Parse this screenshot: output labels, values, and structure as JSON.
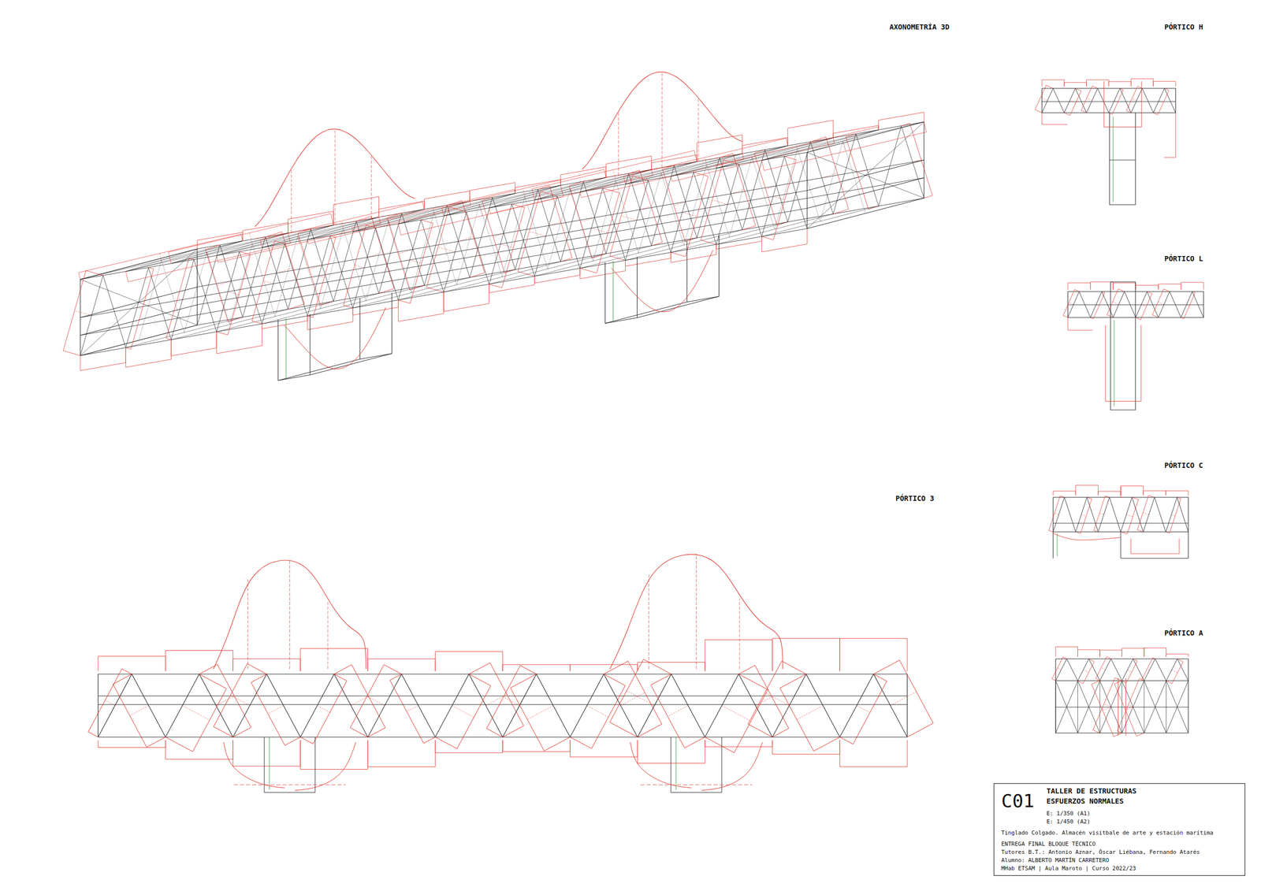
{
  "diagram": {
    "nodes": [
      {
        "text": [
          "C01",
          "TALLER DE ESTRUCTURAS",
          "ESFUERZOS NORMALES",
          "E: 1/350 (A1)",
          "E: 1/450 (A2)",
          "Tinglado Colgado. Almacén visitbale de arte y estación marítima",
          "ENTREGA FINAL BLOQUE TÉCNICO",
          "Tutores B.T.: Antonio Aznar, Óscar Liébana, Fernando Atarés",
          "Alumno: ALBERTO MARTÍN CARRETERO",
          "MHab ETSAM | Aula Maroto | Curso 2022/23"
        ]
      }
    ],
    "labels": [
      "AXONOMETRÍA 3D",
      "PÓRTICO H",
      "PÓRTICO L",
      "PÓRTICO C",
      "PÓRTICO A",
      "PÓRTICO 3"
    ]
  }
}
